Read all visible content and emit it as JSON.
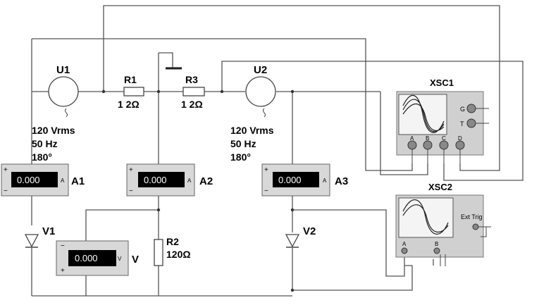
{
  "sources": [
    {
      "name": "U1",
      "voltage": "120 Vrms",
      "frequency": "50 Hz",
      "phase": "180°"
    },
    {
      "name": "U2",
      "voltage": "120 Vrms",
      "frequency": "50 Hz",
      "phase": "180°"
    }
  ],
  "resistors": [
    {
      "name": "R1",
      "value": "1 2Ω"
    },
    {
      "name": "R3",
      "value": "1 2Ω"
    },
    {
      "name": "R2",
      "value": "120Ω"
    }
  ],
  "ammeters": [
    {
      "name": "A1",
      "reading": "0.000",
      "unit": "A"
    },
    {
      "name": "A2",
      "reading": "0.000",
      "unit": "A"
    },
    {
      "name": "A3",
      "reading": "0.000",
      "unit": "A"
    }
  ],
  "voltmeter": {
    "name": "V",
    "reading": "0.000",
    "unit": "V"
  },
  "diodes": [
    {
      "name": "V1"
    },
    {
      "name": "V2"
    }
  ],
  "oscilloscopes": {
    "xsc1": {
      "name": "XSC1",
      "side_terminals": [
        "G",
        "T"
      ],
      "channels": [
        "A",
        "B",
        "C",
        "D"
      ]
    },
    "xsc2": {
      "name": "XSC2",
      "channels": [
        "A",
        "B"
      ],
      "ext_trig": "Ext Trig"
    }
  },
  "meter_signs": {
    "plus": "+",
    "minus": "−"
  }
}
